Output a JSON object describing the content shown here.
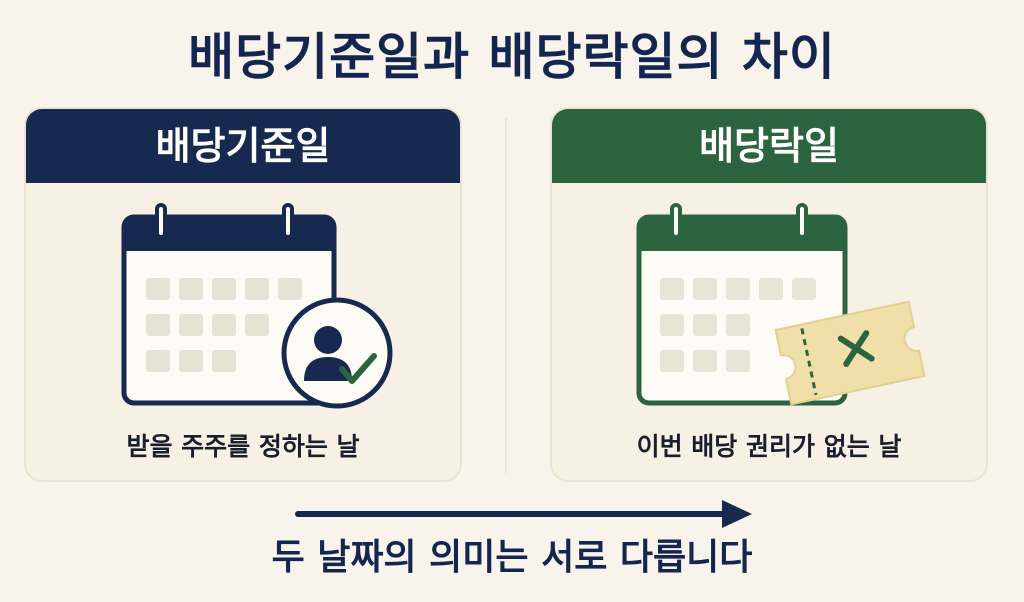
{
  "title": "배당기준일과 배당락일의 차이",
  "left_card": {
    "header": "배당기준일",
    "caption": "받을 주주를 정하는 날",
    "icons": [
      "calendar-icon",
      "person-check-icon"
    ],
    "accent_color": "#17294f"
  },
  "right_card": {
    "header": "배당락일",
    "caption": "이번 배당 권리가 없는 날",
    "icons": [
      "calendar-icon",
      "ticket-x-icon"
    ],
    "accent_color": "#2c6440"
  },
  "bottom_text": "두 날짜의 의미는 서로 다릅니다",
  "colors": {
    "background": "#f8f4ec",
    "navy": "#14254f",
    "green": "#2c6440",
    "ticket": "#f0dfa8"
  }
}
